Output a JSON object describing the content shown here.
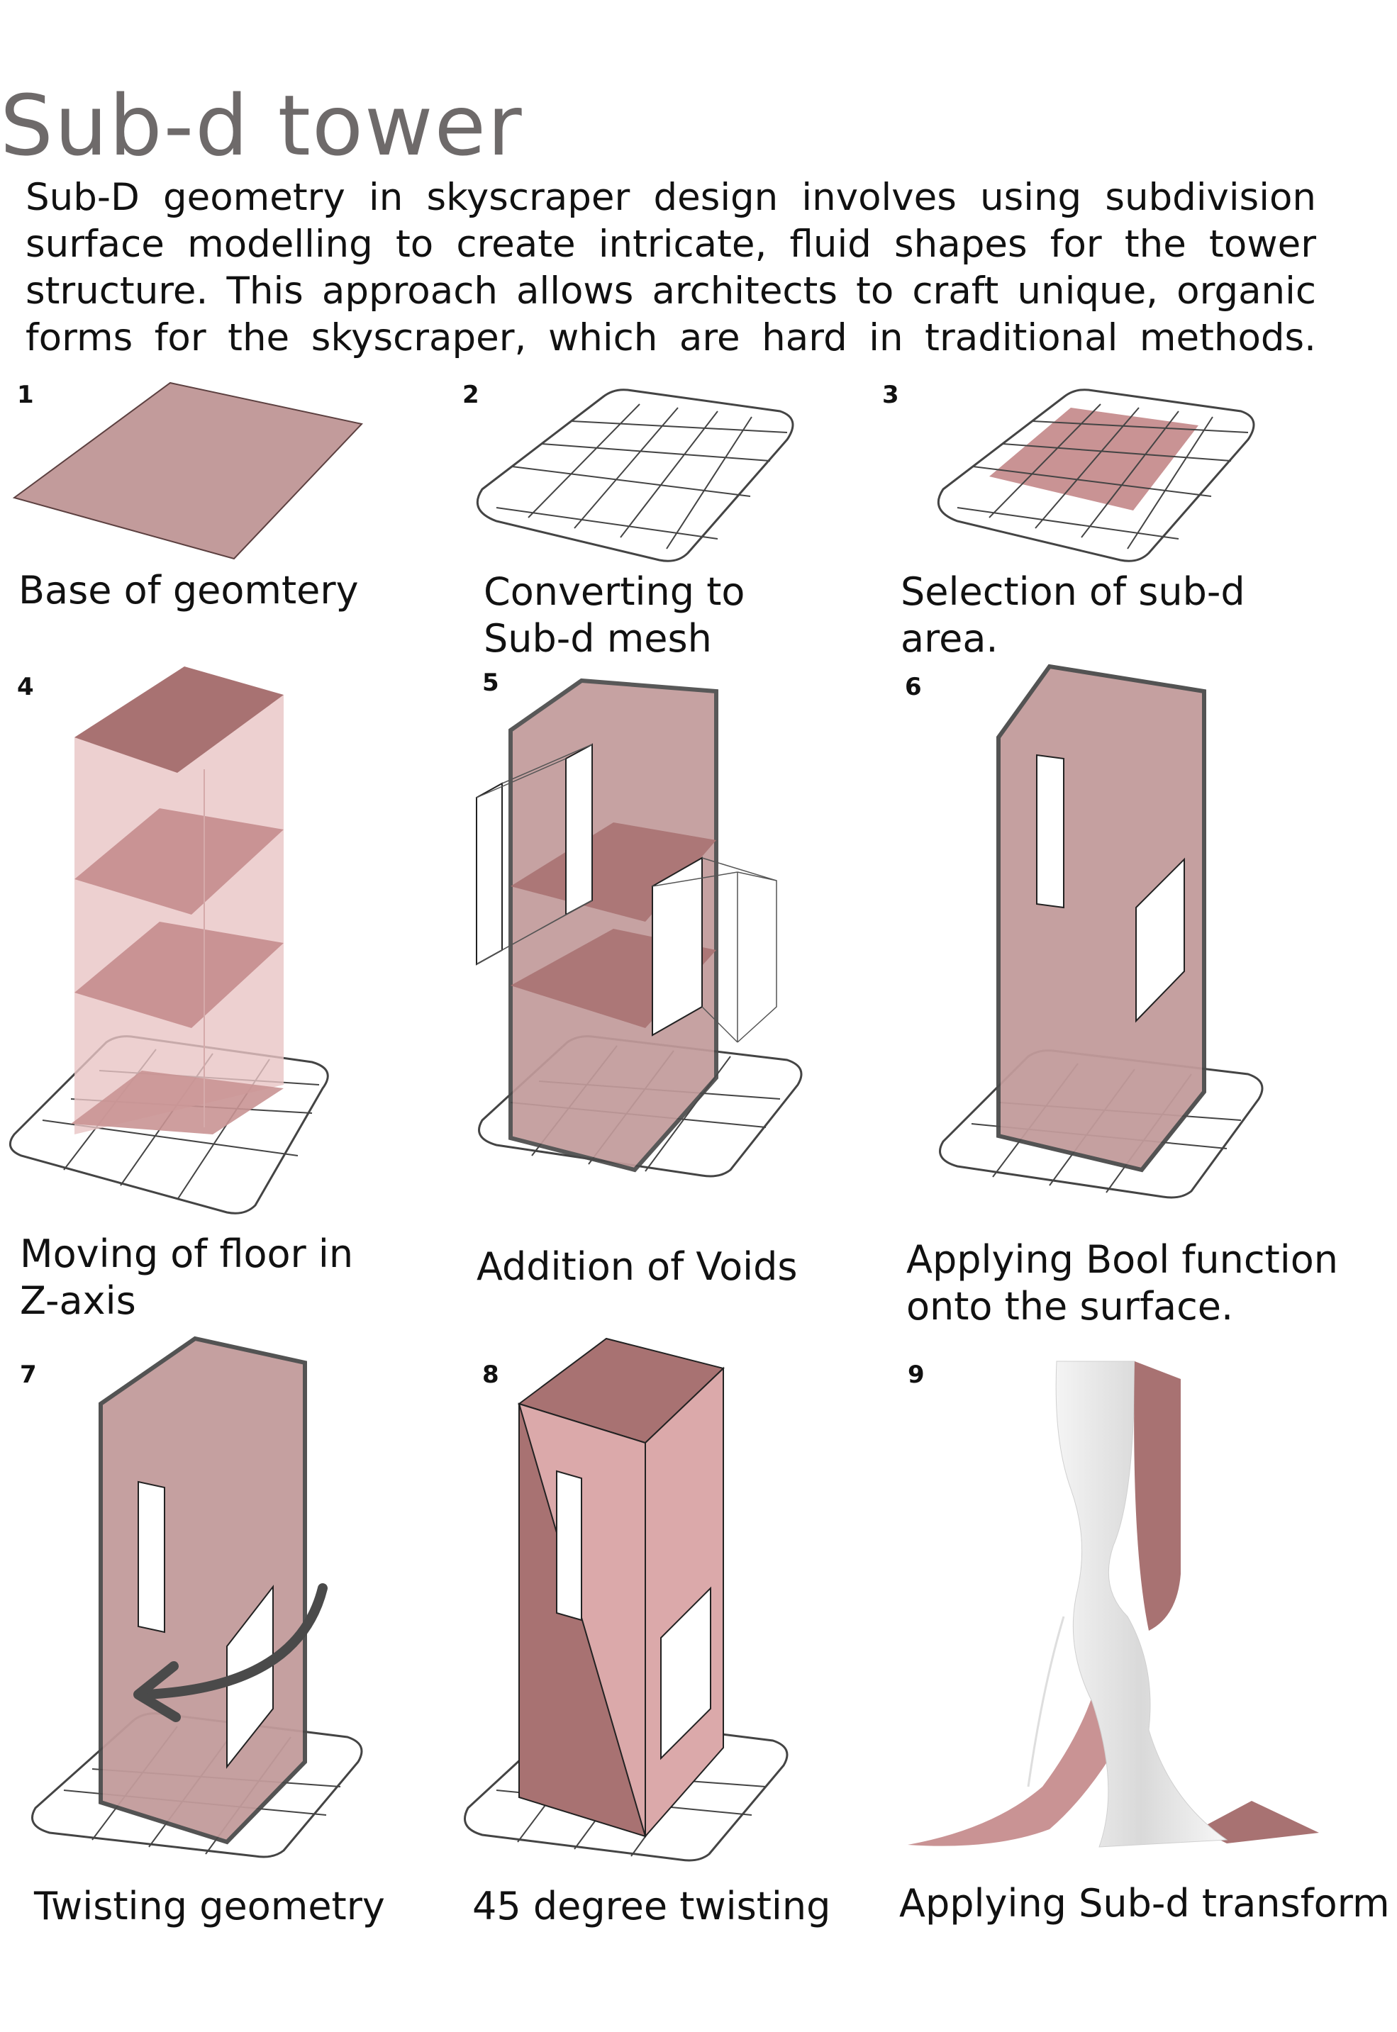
{
  "title": "Sub-d tower",
  "intro_lines": [
    "Sub-D geometry in skyscraper design involves using subdivision",
    "surface modelling to create intricate, fluid shapes for the tower",
    "structure. This approach allows architects to craft unique, organic",
    "forms for the skyscraper, which are hard in traditional methods."
  ],
  "steps": [
    {
      "number": "1",
      "caption": [
        "Base of geomtery"
      ]
    },
    {
      "number": "2",
      "caption": [
        "Converting to",
        "Sub-d mesh"
      ]
    },
    {
      "number": "3",
      "caption": [
        "Selection  of  sub-d",
        "area."
      ]
    },
    {
      "number": "4",
      "caption": [
        "Moving of floor in",
        "Z-axis"
      ]
    },
    {
      "number": "5",
      "caption": [
        "Addition of Voids"
      ]
    },
    {
      "number": "6",
      "caption": [
        "Applying Bool function",
        "onto the surface."
      ]
    },
    {
      "number": "7",
      "caption": [
        "Twisting geometry"
      ]
    },
    {
      "number": "8",
      "caption": [
        "45 degree twisting"
      ]
    },
    {
      "number": "9",
      "caption": [
        "Applying Sub-d transform"
      ]
    }
  ],
  "colors": {
    "base_fill": "#c29b9b",
    "dark_fill": "#a87272",
    "light_fill": "#e8c4c4",
    "pink_face": "#dba9aa",
    "outline": "#4a4a4a",
    "white_surface": "#ececec"
  }
}
